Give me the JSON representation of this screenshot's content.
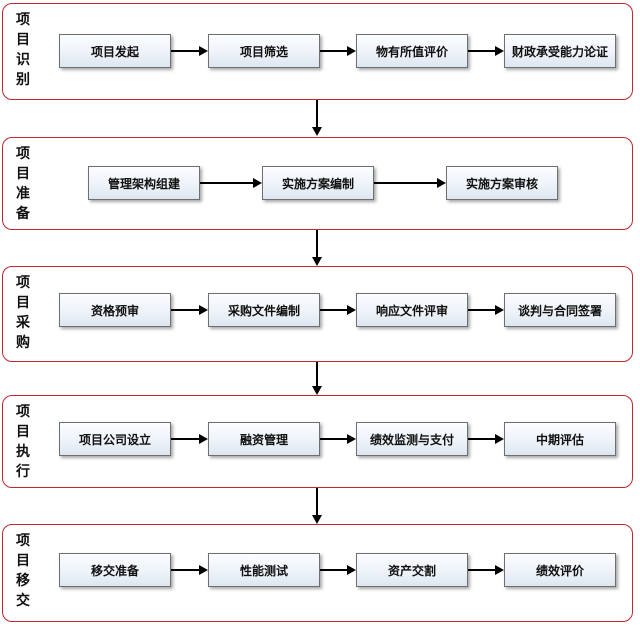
{
  "border_color": "#c0282f",
  "stages": [
    {
      "label": [
        "项",
        "目",
        "识",
        "别"
      ],
      "steps": [
        "项目发起",
        "项目筛选",
        "物有所值评价",
        "财政承受能力论证"
      ]
    },
    {
      "label": [
        "项",
        "目",
        "准",
        "备"
      ],
      "steps": [
        "管理架构组建",
        "实施方案编制",
        "实施方案审核"
      ]
    },
    {
      "label": [
        "项",
        "目",
        "采",
        "购"
      ],
      "steps": [
        "资格预审",
        "采购文件编制",
        "响应文件评审",
        "谈判与合同签署"
      ]
    },
    {
      "label": [
        "项",
        "目",
        "执",
        "行"
      ],
      "steps": [
        "项目公司设立",
        "融资管理",
        "绩效监测与支付",
        "中期评估"
      ]
    },
    {
      "label": [
        "项",
        "目",
        "移",
        "交"
      ],
      "steps": [
        "移交准备",
        "性能测试",
        "资产交割",
        "绩效评价"
      ]
    }
  ]
}
